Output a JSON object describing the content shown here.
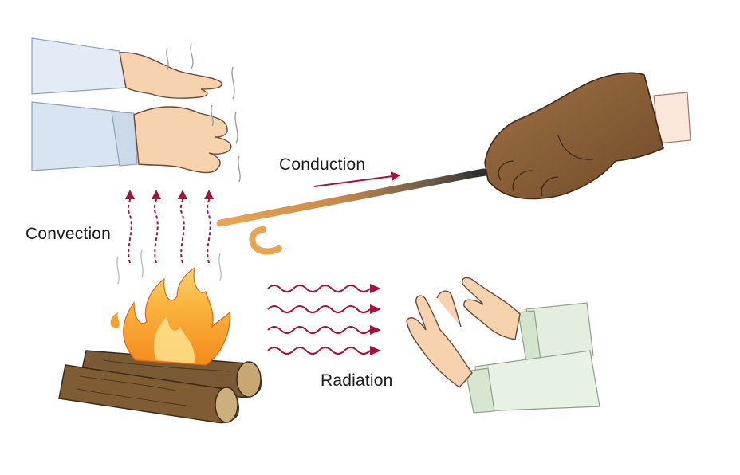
{
  "labels": {
    "convection": "Convection",
    "conduction": "Conduction",
    "radiation": "Radiation"
  },
  "colors": {
    "arrow": "#a8123a",
    "skin": "#f6d2ae",
    "skin_outline": "#6b4a36",
    "glove": "#8a5f37",
    "flame_outer": "#f7a12a",
    "flame_inner": "#fde28c",
    "log": "#7a5a34",
    "log_end": "#c8a872",
    "sleeve_blue": "#dde8f3",
    "sleeve_green": "#e6f0e2",
    "poker_hot": "#e6a65a",
    "poker_cold": "#3a3a3a"
  },
  "icons": {
    "fire": "campfire-icon",
    "hands_top": "hands-over-fire-icon",
    "glove_hand": "gloved-hand-icon",
    "hands_right": "warming-hands-icon"
  }
}
